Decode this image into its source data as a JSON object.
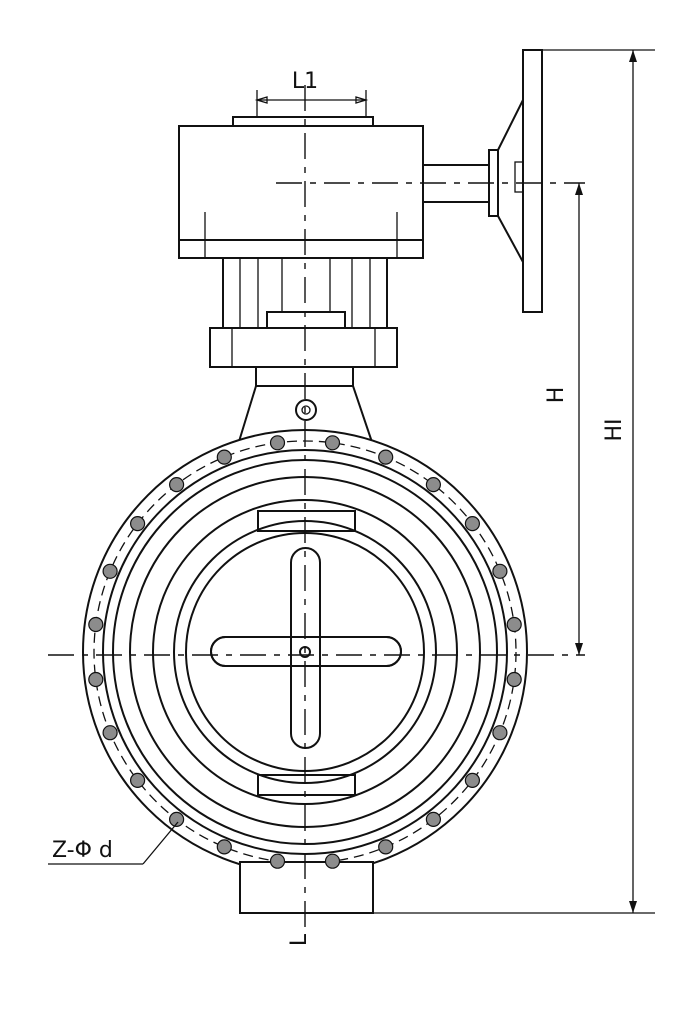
{
  "labels": {
    "l1": "L1",
    "h": "H",
    "h1": "HI",
    "l": "L",
    "bolts": "Z-Φ d"
  },
  "flange": {
    "bolt_count": 24
  }
}
